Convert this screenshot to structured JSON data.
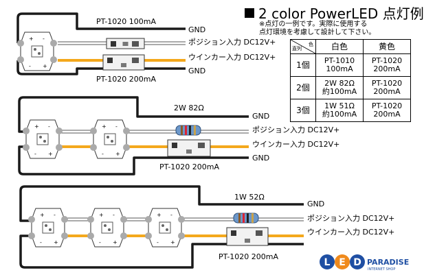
{
  "title": "2 color PowerLED 点灯例",
  "note": {
    "line1": "※点灯の一例です。実際に使用する",
    "line2": "点灯環境を考慮して設計して下さい。"
  },
  "table": {
    "corner_top": "色",
    "corner_bottom": "直列",
    "columns": [
      "白色",
      "黄色"
    ],
    "rows": [
      {
        "count": "1個",
        "white": [
          "PT-1010",
          "100mA"
        ],
        "yellow": [
          "PT-1020",
          "200mA"
        ]
      },
      {
        "count": "2個",
        "white": [
          "2W 82Ω",
          "約100mA"
        ],
        "yellow": [
          "PT-1020",
          "200mA"
        ]
      },
      {
        "count": "3個",
        "white": [
          "1W 51Ω",
          "約100mA"
        ],
        "yellow": [
          "PT-1020",
          "200mA"
        ]
      }
    ]
  },
  "diagram1": {
    "driver_top": "PT-1020 100mA",
    "driver_bottom": "PT-1020 200mA",
    "gnd_top": "GND",
    "position": "ポジション入力 DC12V+",
    "winker": "ウインカー入力 DC12V+",
    "gnd_bottom": "GND"
  },
  "diagram2": {
    "resistor": "2W 82Ω",
    "gnd_top": "GND",
    "position": "ポジション入力 DC12V+",
    "winker": "ウインカー入力 DC12V+",
    "driver": "PT-1020 200mA",
    "gnd_bottom": "GND"
  },
  "diagram3": {
    "resistor": "1W 52Ω",
    "gnd_top": "GND",
    "position": "ポジション入力 DC12V+",
    "winker": "ウインカー入力 DC12V+",
    "driver": "PT-1020 200mA"
  },
  "led_marks": {
    "plus": "+",
    "minus": "-"
  },
  "logo": {
    "letters": [
      "L",
      "E",
      "D"
    ],
    "brand": "PARADISE",
    "sub": "INTERNET SHOP"
  },
  "colors": {
    "wire_black": "#1a1a1a",
    "wire_yellow": "#f4a81c",
    "wire_white_fill": "#ffffff",
    "wire_white_edge": "#555555",
    "logo_blue": "#1f4fa3",
    "logo_orange": "#f08a1c"
  }
}
